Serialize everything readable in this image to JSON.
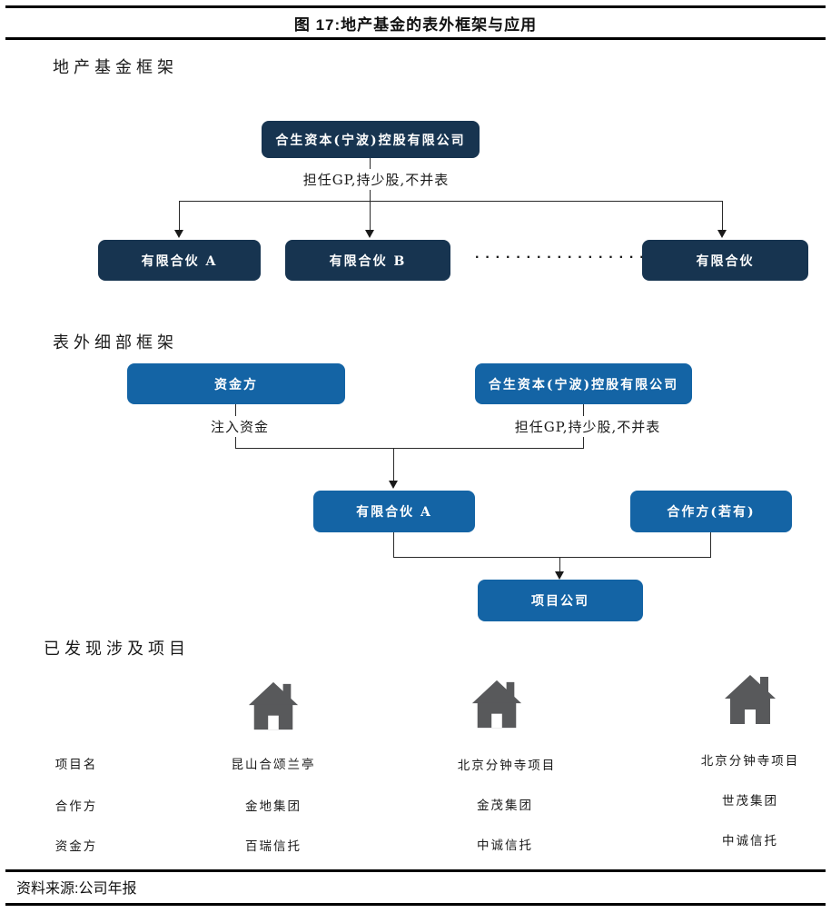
{
  "palette": {
    "navy": "#173450",
    "blue": "#1464a5",
    "house_gray": "#58595b",
    "line": "#2a2a2a"
  },
  "header": {
    "title": "图 17:地产基金的表外框架与应用"
  },
  "section1": {
    "heading": "地产基金框架",
    "parent": "合生资本(宁波)控股有限公司",
    "edge_label": "担任GP,持少股,不并表",
    "partnership_a": "有限合伙 A",
    "partnership_b": "有限合伙 B",
    "ellipsis": "··················",
    "partnership_n": "有限合伙"
  },
  "section2": {
    "heading": "表外细部框架",
    "capital_provider": "资金方",
    "parent": "合生资本(宁波)控股有限公司",
    "inject_label": "注入资金",
    "gp_label": "担任GP,持少股,不并表",
    "partnership_a": "有限合伙 A",
    "partner": "合作方(若有)",
    "project_company": "项目公司"
  },
  "section3": {
    "heading": "已发现涉及项目",
    "row_labels": [
      "项目名",
      "合作方",
      "资金方"
    ],
    "projects": [
      {
        "name": "昆山合颂兰亭",
        "partner": "金地集团",
        "funder": "百瑞信托"
      },
      {
        "name": "北京分钟寺项目",
        "partner": "金茂集团",
        "funder": "中诚信托"
      },
      {
        "name": "北京分钟寺项目",
        "partner": "世茂集团",
        "funder": "中诚信托"
      }
    ]
  },
  "footer": {
    "source": "资料来源:公司年报"
  }
}
